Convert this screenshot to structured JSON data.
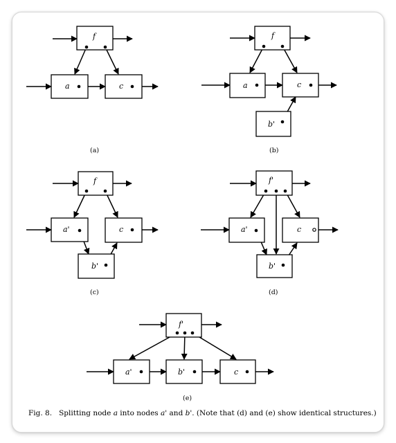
{
  "panels": [
    {
      "label": "(a)",
      "nodes": [
        {
          "id": "f",
          "text": "f"
        },
        {
          "id": "a",
          "text": "a"
        },
        {
          "id": "c",
          "text": "c"
        }
      ]
    },
    {
      "label": "(b)",
      "nodes": [
        {
          "id": "f",
          "text": "f"
        },
        {
          "id": "a",
          "text": "a"
        },
        {
          "id": "c",
          "text": "c"
        },
        {
          "id": "b",
          "text": "b'"
        }
      ]
    },
    {
      "label": "(c)",
      "nodes": [
        {
          "id": "f",
          "text": "f"
        },
        {
          "id": "a",
          "text": "a'"
        },
        {
          "id": "c",
          "text": "c"
        },
        {
          "id": "b",
          "text": "b'"
        }
      ]
    },
    {
      "label": "(d)",
      "nodes": [
        {
          "id": "f",
          "text": "f'"
        },
        {
          "id": "a",
          "text": "a'"
        },
        {
          "id": "c",
          "text": "c"
        },
        {
          "id": "b",
          "text": "b'"
        }
      ]
    },
    {
      "label": "(e)",
      "nodes": [
        {
          "id": "f",
          "text": "f'"
        },
        {
          "id": "a",
          "text": "a'"
        },
        {
          "id": "b",
          "text": "b'"
        },
        {
          "id": "c",
          "text": "c"
        }
      ]
    }
  ],
  "caption": {
    "fig": "Fig. 8.",
    "t1": "Splitting node ",
    "v1": "a",
    "t2": " into nodes ",
    "v2": "a'",
    "t3": " and ",
    "v3": "b'",
    "t4": ". (Note that (d) and (e) show identical structures.)"
  }
}
